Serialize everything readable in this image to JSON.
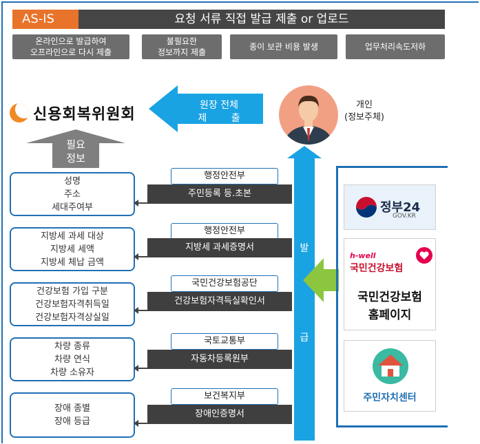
{
  "header": {
    "tag": "AS-IS",
    "title": "요청 서류 직접 발급 제출 or 업로드"
  },
  "issues": [
    {
      "line1": "온라인으로 발급하여",
      "line2": "오프라인으로 다시 제출"
    },
    {
      "line1": "불필요한",
      "line2": "정보까지 제출"
    },
    {
      "line1": "종이 보관 비용 발생",
      "line2": ""
    },
    {
      "line1": "업무처리속도저하",
      "line2": ""
    }
  ],
  "recipient_logo": "신용회복위원회",
  "flow_arrow": {
    "line1": "원장 전체",
    "line2": "제        출"
  },
  "person": {
    "line1": "개인",
    "line2": "(정보주체)"
  },
  "required_info": {
    "line1": "필요",
    "line2": "정보"
  },
  "issue_arrow": {
    "char1": "발",
    "char2": "급"
  },
  "info_boxes": [
    {
      "lines": [
        "성명",
        "주소",
        "세대주여부"
      ]
    },
    {
      "lines": [
        "지방세 과세 대상",
        "지방세 세액",
        "지방세 체납 금액"
      ]
    },
    {
      "lines": [
        "건강보험 가입 구분",
        "건강보험자격취득일",
        "건강보험자격상실일"
      ]
    },
    {
      "lines": [
        "차량 종류",
        "차량 연식",
        "차량 소유자"
      ]
    },
    {
      "lines": [
        "장애 종별",
        "장애 등급"
      ]
    }
  ],
  "documents": [
    {
      "agency": "행정안전부",
      "doc": "주민등록 등.초본"
    },
    {
      "agency": "행정안전부",
      "doc": "지방세 과세증명서"
    },
    {
      "agency": "국민건강보험공단",
      "doc": "건강보험자격득실확인서"
    },
    {
      "agency": "국토교통부",
      "doc": "자동차등록원부"
    },
    {
      "agency": "보건복지부",
      "doc": "장애인증명서"
    }
  ],
  "sources": {
    "gov24": {
      "name": "정부24",
      "domain": "GOV.KR"
    },
    "nhis": {
      "brand": "h-well",
      "name": "국민건강보험",
      "line1": "국민건강보험",
      "line2": "홈페이지"
    },
    "community": {
      "name": "주민자치센터"
    }
  },
  "colors": {
    "accent_orange": "#e8732a",
    "blue": "#1aa3e3",
    "border_blue": "#1f6fb4",
    "green": "#8cc63f",
    "gray_arrow": "#7f7f7f"
  }
}
